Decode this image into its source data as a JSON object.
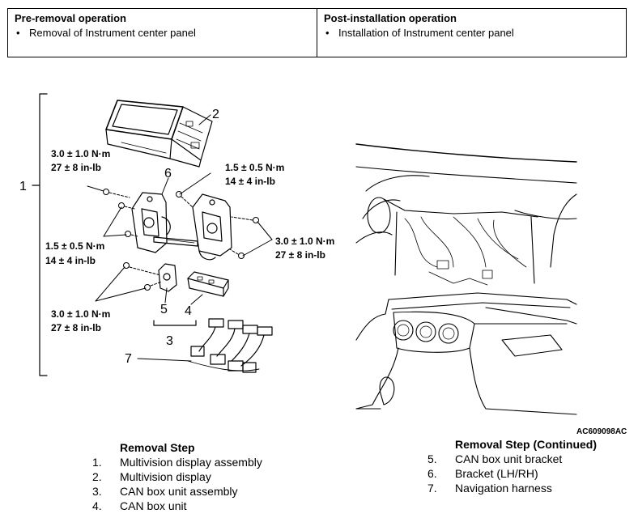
{
  "operations": {
    "pre": {
      "heading": "Pre-removal operation",
      "items": [
        "Removal of Instrument center panel"
      ]
    },
    "post": {
      "heading": "Post-installation operation",
      "items": [
        "Installation of Instrument center panel"
      ]
    }
  },
  "figure": {
    "part_numbers": [
      "1",
      "2",
      "3",
      "4",
      "5",
      "6",
      "7"
    ],
    "torques": {
      "t1_nm": "3.0 ± 1.0 N·m",
      "t1_lb": "27 ± 8 in-lb",
      "t2_nm": "1.5 ± 0.5 N·m",
      "t2_lb": "14 ± 4 in-lb",
      "t3_nm": "3.0 ± 1.0 N·m",
      "t3_lb": "27 ± 8 in-lb",
      "t4_nm": "1.5 ± 0.5 N·m",
      "t4_lb": "14 ± 4 in-lb",
      "t5_nm": "3.0 ± 1.0 N·m",
      "t5_lb": "27 ± 8 in-lb"
    },
    "code": "AC609098AC"
  },
  "removal_steps": {
    "title": "Removal Step",
    "items": [
      {
        "num": "1.",
        "label": "Multivision display assembly"
      },
      {
        "num": "2.",
        "label": "Multivision display"
      },
      {
        "num": "3.",
        "label": "CAN box unit assembly"
      },
      {
        "num": "4.",
        "label": "CAN box unit"
      }
    ]
  },
  "removal_steps_continued": {
    "title": "Removal Step (Continued)",
    "items": [
      {
        "num": "5.",
        "label": "CAN box unit bracket"
      },
      {
        "num": "6.",
        "label": "Bracket (LH/RH)"
      },
      {
        "num": "7.",
        "label": "Navigation harness"
      }
    ]
  }
}
